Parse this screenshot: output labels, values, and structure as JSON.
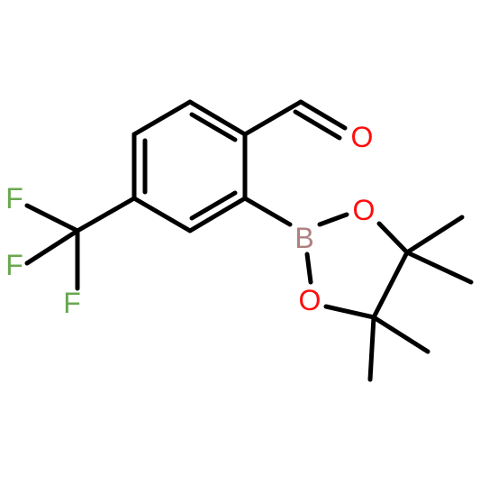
{
  "molecule": {
    "atoms": {
      "oxygen_aldehyde": "O",
      "boron": "B",
      "oxygen_ring_upper": "O",
      "oxygen_ring_lower": "O",
      "fluorine_1": "F",
      "fluorine_2": "F",
      "fluorine_3": "F"
    },
    "colors": {
      "bond": "#000000",
      "oxygen": "#ff0d0d",
      "boron": "#b08080",
      "fluorine": "#6aa84f"
    }
  }
}
